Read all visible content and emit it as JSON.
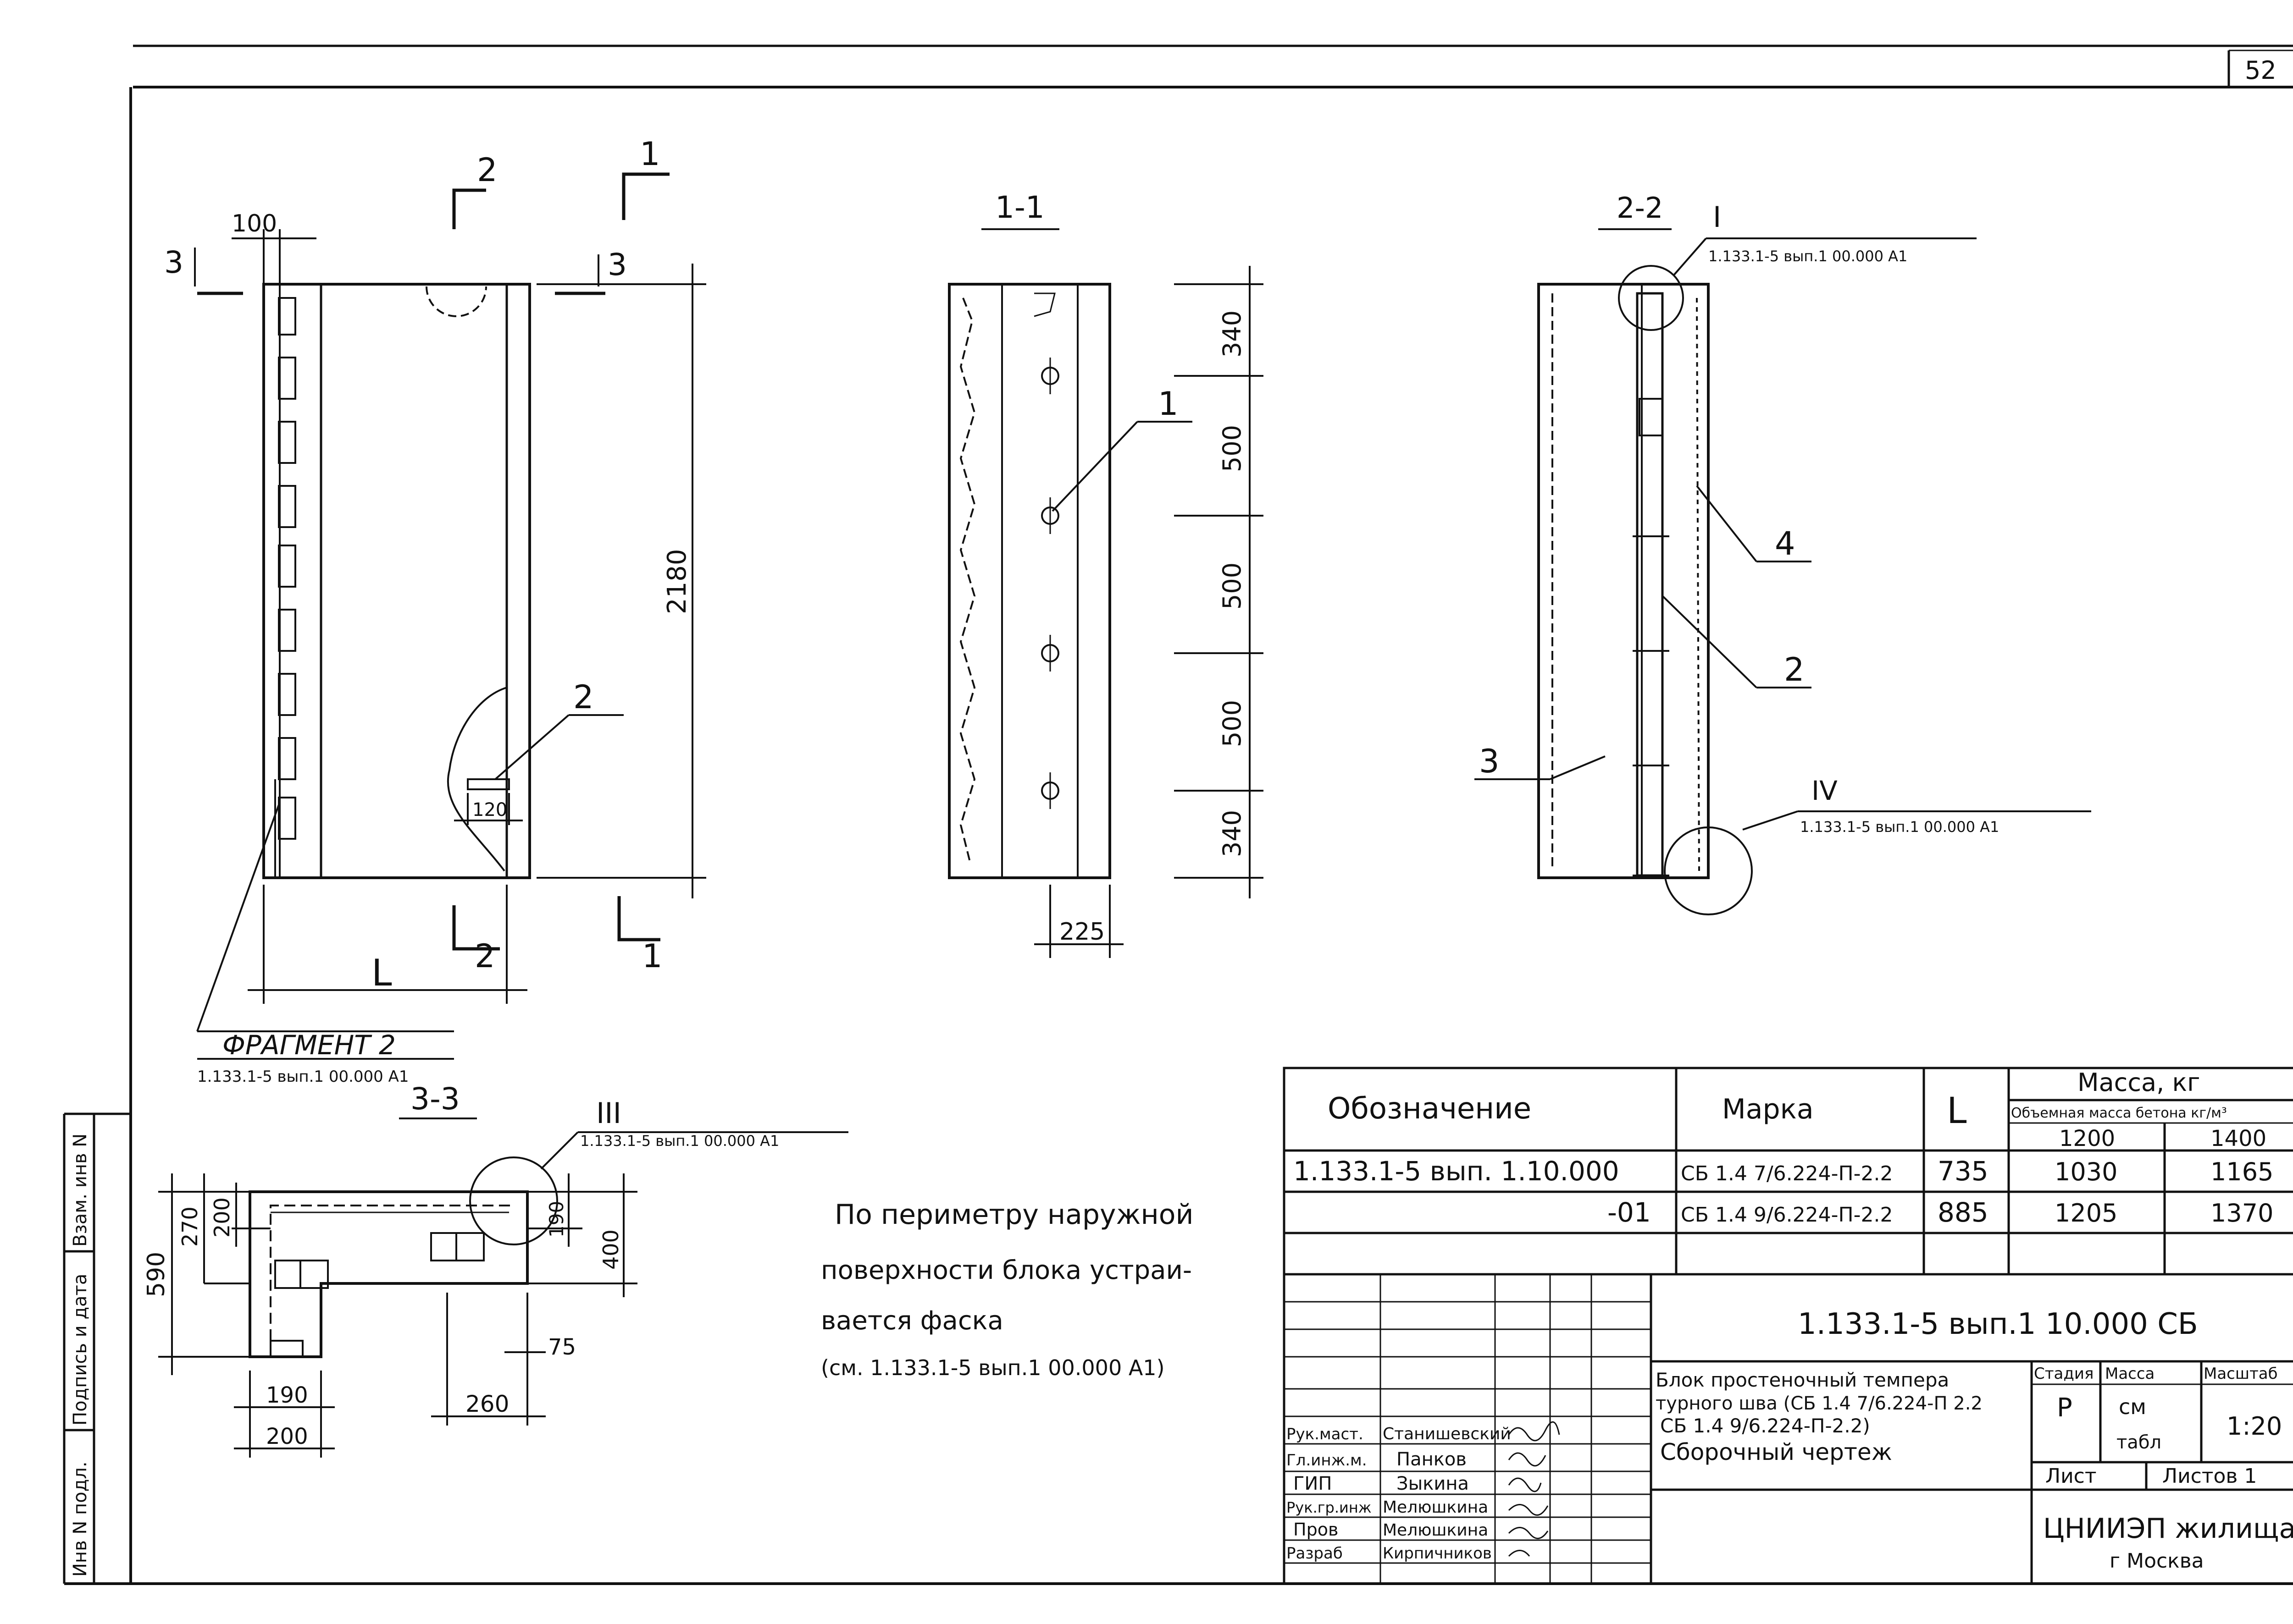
{
  "sheet_number": "52",
  "elevation": {
    "dim_top": "100",
    "dim_height": "2180",
    "dim_length": "L",
    "dim_slot": "120",
    "callout_2": "2",
    "section_2": "2",
    "section_1": "1",
    "section_3": "3"
  },
  "fragment": {
    "title": "ФРАГМЕНТ 2",
    "ref": "1.133.1-5 вып.1 00.000 А1"
  },
  "section_1_1": {
    "title": "1-1",
    "dims": [
      "340",
      "500",
      "500",
      "500",
      "340"
    ],
    "dim_width": "225",
    "callout": "1"
  },
  "section_2_2": {
    "title": "2-2",
    "node_top_label": "I",
    "node_top_ref": "1.133.1-5 вып.1 00.000 А1",
    "node_bottom_label": "IV",
    "node_bottom_ref": "1.133.1-5 вып.1 00.000 А1",
    "callout_4": "4",
    "callout_2": "2",
    "callout_3": "3"
  },
  "section_3_3": {
    "title": "3-3",
    "node_label": "III",
    "node_ref": "1.133.1-5 вып.1 00.000 А1",
    "dims": {
      "height_total": "590",
      "h270": "270",
      "h200": "200",
      "h190": "190",
      "h400": "400",
      "w190": "190",
      "w200": "200",
      "w260": "260",
      "w75": "75"
    }
  },
  "note": {
    "line1": "По периметру наружной",
    "line2": "поверхности блока устраи-",
    "line3": "вается фаска",
    "line4": "(см. 1.133.1-5 вып.1 00.000 А1)"
  },
  "spec_table": {
    "headers": {
      "designation": "Обозначение",
      "mark": "Марка",
      "length": "L",
      "mass": "Масса, кг",
      "density": "Объемная масса бетона кг/м³",
      "d1": "1200",
      "d2": "1400"
    },
    "rows": [
      {
        "designation": "1.133.1-5 вып. 1.10.000",
        "mark": "СБ 1.4 7/6.224-П-2.2",
        "length": "735",
        "m1": "1030",
        "m2": "1165"
      },
      {
        "designation": "-01",
        "mark": "СБ 1.4 9/6.224-П-2.2",
        "length": "885",
        "m1": "1205",
        "m2": "1370"
      }
    ]
  },
  "title_block": {
    "code": "1.133.1-5 вып.1 10.000 СБ",
    "name_line1": "Блок простеночный темпера",
    "name_line2": "турного шва (СБ 1.4 7/6.224-П 2.2",
    "name_line3": "СБ 1.4 9/6.224-П-2.2)",
    "name_line4": "Сборочный чертеж",
    "stage_header": "Стадия",
    "mass_header": "Масса",
    "scale_header": "Масштаб",
    "stage": "Р",
    "mass_line1": "см",
    "mass_line2": "табл",
    "scale": "1:20",
    "sheet_label": "Лист",
    "sheets_label": "Листов 1",
    "org": "ЦНИИЭП жилища",
    "city": "г Москва",
    "people": [
      {
        "role": "Рук.маст.",
        "name": "Станишевский"
      },
      {
        "role": "Гл.инж.м.",
        "name": "Панков"
      },
      {
        "role": "ГИП",
        "name": "Зыкина"
      },
      {
        "role": "Рук.гр.инж",
        "name": "Мелюшкина"
      },
      {
        "role": "Пров",
        "name": "Мелюшкина"
      },
      {
        "role": "Разраб",
        "name": "Кирпичников"
      }
    ]
  },
  "left_strip": {
    "c1": "Взам. инв N",
    "c2": "Подпись и дата",
    "c3": "Инв N подл."
  }
}
